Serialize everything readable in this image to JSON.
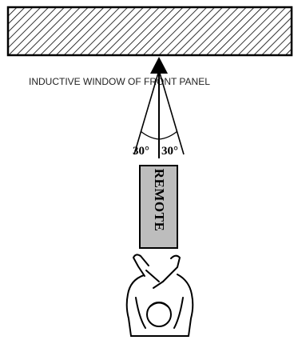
{
  "diagram": {
    "window_label": "INDUCTIVE WINDOW OF FRONT PANEL",
    "angle_left": "30°",
    "angle_right": "30°",
    "remote_label": "REMOTE"
  },
  "colors": {
    "stroke": "#000000",
    "remote_fill": "#bdbdbd",
    "background": "#ffffff"
  }
}
